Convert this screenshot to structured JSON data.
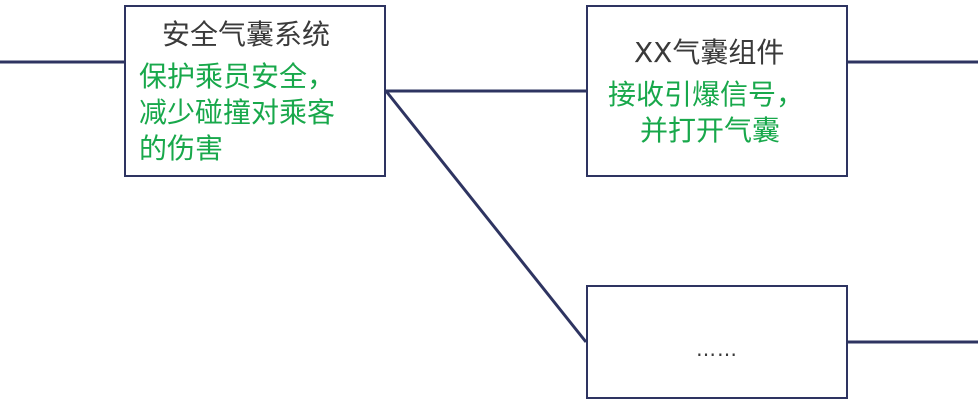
{
  "colors": {
    "connector": "#2e3461",
    "box_border": "#2e3461",
    "title_text": "#3a3a3a",
    "description_text": "#18a84b"
  },
  "nodes": {
    "safety_system": {
      "title": "安全气囊系统",
      "description_lines": [
        "保护乘员安全，",
        "减少碰撞对乘客",
        "的伤害"
      ]
    },
    "airbag_component": {
      "title": "XX气囊组件",
      "description_lines": [
        "接收引爆信号，",
        "并打开气囊"
      ]
    },
    "more": {
      "title": "……"
    }
  }
}
